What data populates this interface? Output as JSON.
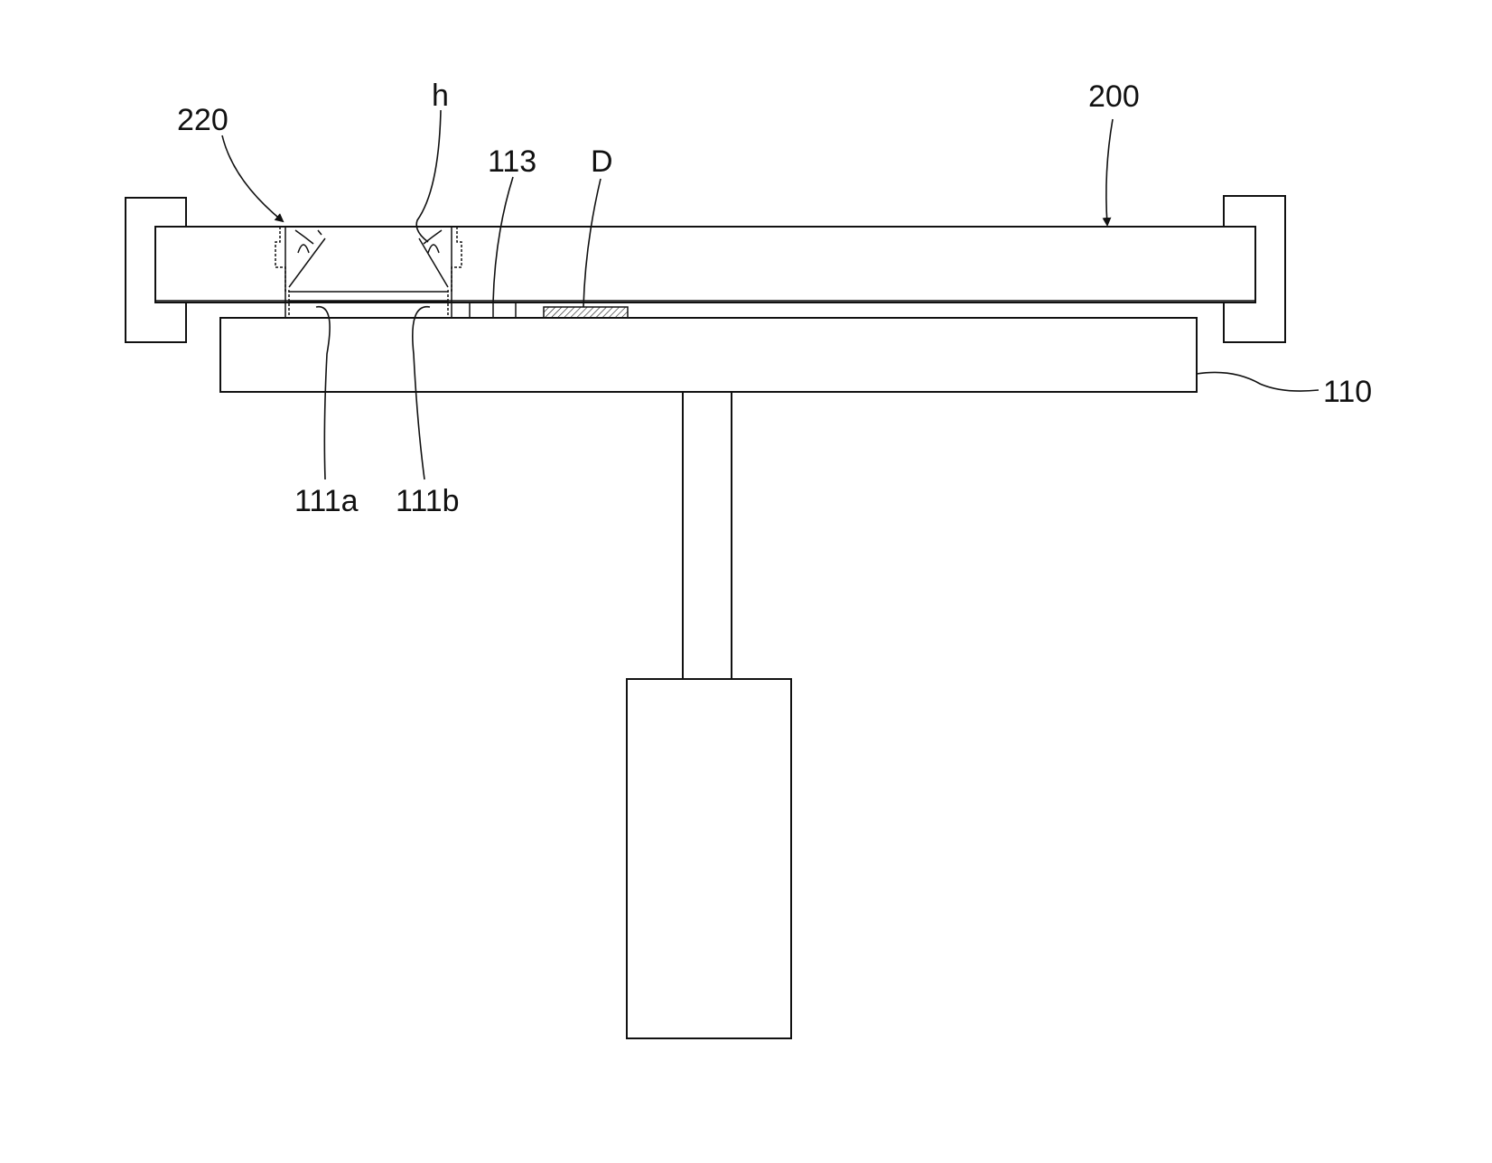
{
  "labels": {
    "ref_220": "220",
    "ref_h": "h",
    "ref_200": "200",
    "ref_113": "113",
    "ref_D": "D",
    "ref_110": "110",
    "ref_111a": "111a",
    "ref_111b": "111b"
  }
}
